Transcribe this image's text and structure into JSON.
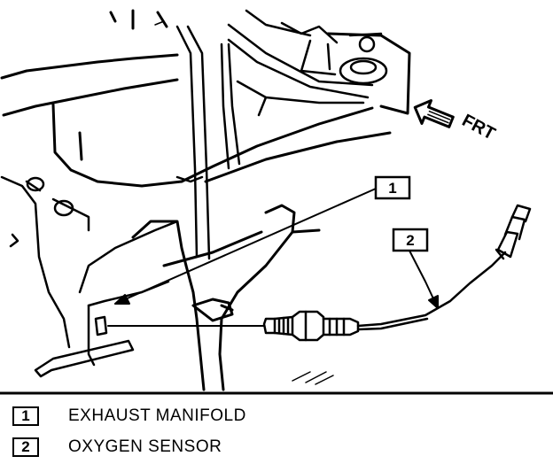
{
  "direction_label": "FRT",
  "callouts": [
    {
      "number": "1",
      "text": "EXHAUST MANIFOLD"
    },
    {
      "number": "2",
      "text": "OXYGEN SENSOR"
    }
  ],
  "colors": {
    "ink": "#000000",
    "paper": "#ffffff"
  }
}
